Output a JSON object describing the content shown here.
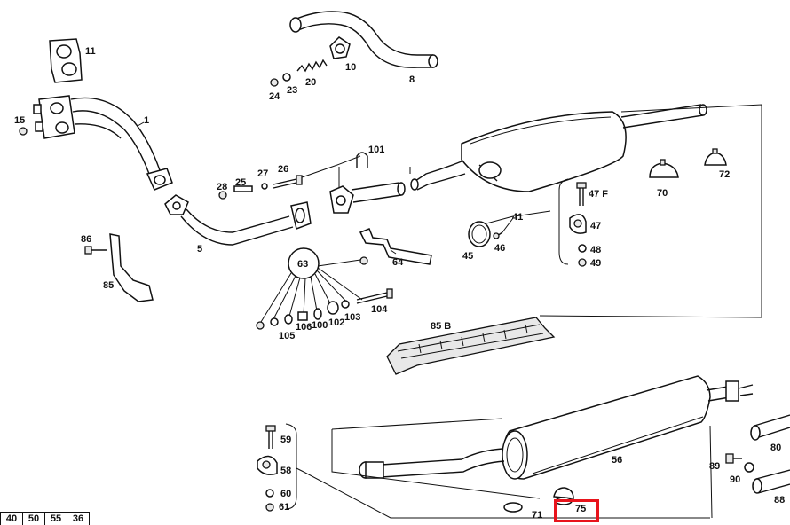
{
  "callouts": {
    "c1": "1",
    "c5": "5",
    "c8": "8",
    "c10": "10",
    "c11": "11",
    "c15": "15",
    "c20": "20",
    "c23": "23",
    "c24": "24",
    "c25": "25",
    "c26": "26",
    "c27": "27",
    "c28": "28",
    "c41": "41",
    "c45": "45",
    "c46": "46",
    "c47": "47",
    "c47f": "47 F",
    "c48": "48",
    "c49": "49",
    "c56": "56",
    "c58": "58",
    "c59": "59",
    "c60": "60",
    "c61": "61",
    "c63": "63",
    "c64": "64",
    "c70": "70",
    "c71": "71",
    "c72": "72",
    "c75": "75",
    "c80": "80",
    "c85": "85",
    "c85b": "85 B",
    "c86": "86",
    "c88": "88",
    "c89": "89",
    "c90": "90",
    "c100": "100",
    "c101": "101",
    "c102": "102",
    "c103": "103",
    "c104": "104",
    "c105": "105",
    "c106": "106"
  },
  "page_tabs": [
    "40",
    "50",
    "55",
    "36"
  ],
  "highlight": {
    "label": "75",
    "color": "#e8141c"
  }
}
